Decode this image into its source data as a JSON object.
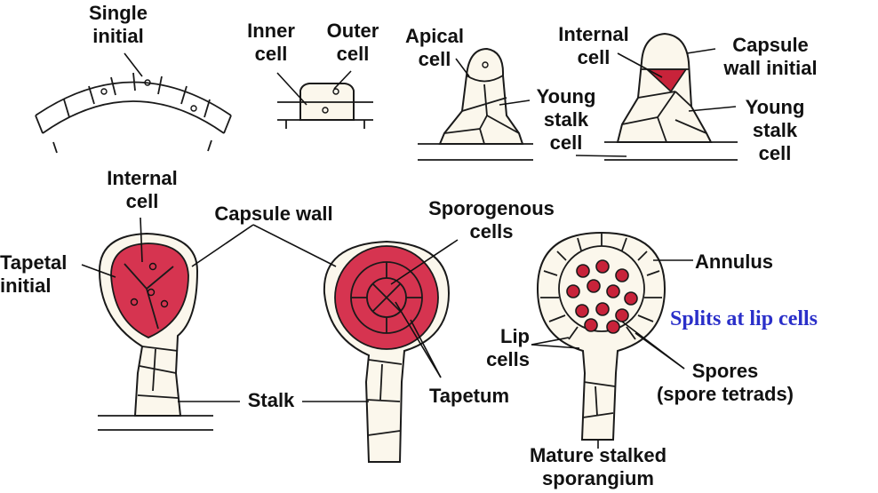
{
  "colors": {
    "cell_fill": "#fbf7ec",
    "sporogenous_red": "#c8233a",
    "note_blue": "#2a2fc9"
  },
  "labels": {
    "single_initial": "Single\ninitial",
    "inner_cell": "Inner\ncell",
    "outer_cell": "Outer\ncell",
    "apical_cell": "Apical\ncell",
    "young_stalk_cell_1": "Young\nstalk\ncell",
    "internal_cell_top": "Internal\ncell",
    "capsule_wall_initial": "Capsule\nwall initial",
    "young_stalk_cell_2": "Young\nstalk\ncell",
    "internal_cell_mid": "Internal\ncell",
    "capsule_wall": "Capsule wall",
    "sporogenous_cells": "Sporogenous\ncells",
    "tapetal_initial": "Tapetal\ninitial",
    "annulus": "Annulus",
    "lip_cells": "Lip\ncells",
    "stalk": "Stalk",
    "tapetum": "Tapetum",
    "spores": "Spores\n(spore tetrads)",
    "mature": "Mature stalked\nsporangium"
  },
  "note": "Splits at lip cells"
}
